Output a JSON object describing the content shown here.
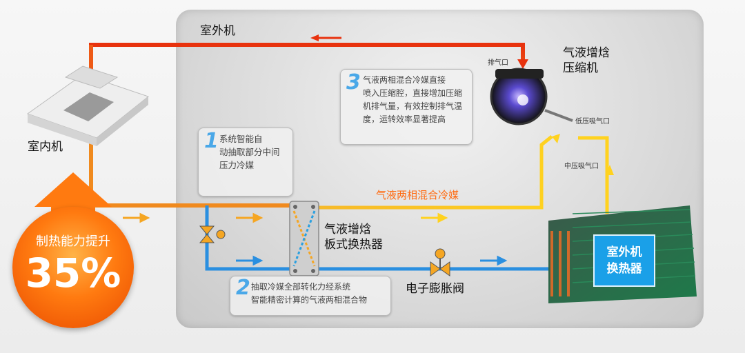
{
  "colors": {
    "hot_pipe": "#e8320e",
    "warm_pipe": "#f5a623",
    "mix_pipe": "#ffd21f",
    "cold_pipe": "#2a8fe0"
  },
  "labels": {
    "outdoor_unit": "室外机",
    "indoor_unit": "室内机",
    "compressor": "气液增焓\n压缩机",
    "exhaust_port": "排气口",
    "low_pressure_port": "低压吸气口",
    "mid_pressure_port": "中压吸气口",
    "mixed_refrigerant": "气液两相混合冷媒",
    "plate_hx": "气液增焓\n板式换热器",
    "expansion_valve": "电子膨胀阀",
    "outdoor_hx": "室外机\n换热器"
  },
  "notes": [
    {
      "number": "1",
      "text": "系统智能自\n动抽取部分中间\n压力冷媒"
    },
    {
      "number": "2",
      "text": "抽取冷媒全部转化力经系统\n智能精密计算的气液两相混合物"
    },
    {
      "number": "3",
      "text": "气液两相混合冷媒直接\n喷入压缩腔，直接增加压缩\n机排气量，有效控制排气温\n度，运转效率显著提高"
    }
  ],
  "badge": {
    "text": "制热能力提升",
    "value": "35%"
  },
  "icons": [
    "cassette-ac-icon",
    "compressor-icon",
    "plate-heat-exchanger-icon",
    "valve-icon",
    "outdoor-coil-icon",
    "flow-arrow-icon"
  ]
}
